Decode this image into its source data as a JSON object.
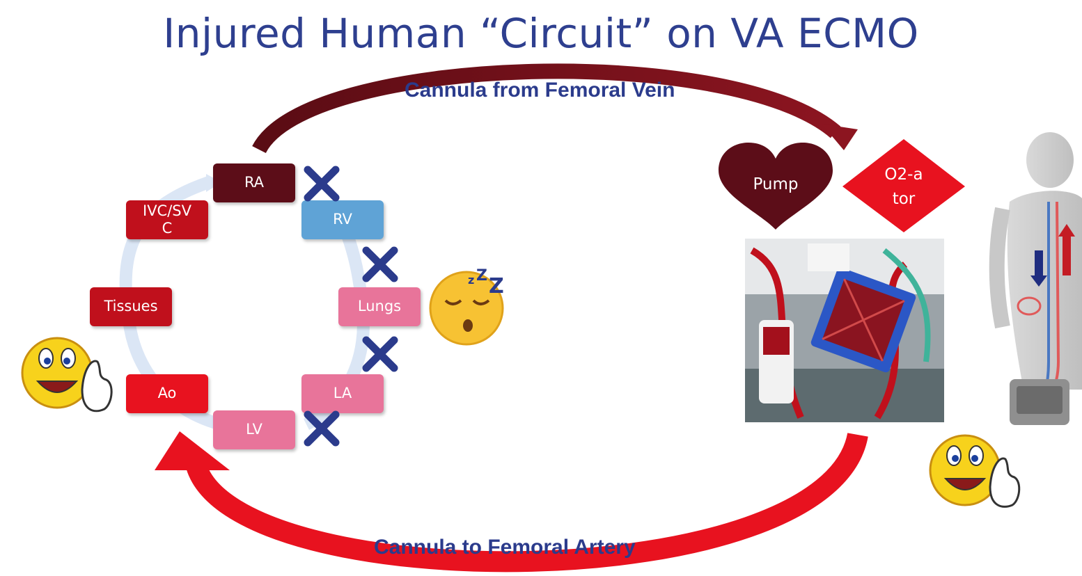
{
  "title": "Injured Human “Circuit” on VA ECMO",
  "arrow_top_label": "Cannula from Femoral Vein",
  "arrow_bottom_label": "Cannula to Femoral Artery",
  "circuit": {
    "ra": "RA",
    "rv": "RV",
    "lungs": "Lungs",
    "la": "LA",
    "lv": "LV",
    "ao": "Ao",
    "tissues": "Tissues",
    "ivc_line1": "IVC/SV",
    "ivc_line2": "C"
  },
  "pump_label": "Pump",
  "oxygenator_line1": "O2-a",
  "oxygenator_line2": "tor",
  "icons": [
    "x-mark-icon",
    "sleeping-face-icon",
    "thumbs-up-smiley-icon",
    "ecmo-machine-photo",
    "body-cannula-illustration"
  ],
  "colors": {
    "title": "#2e3f8f",
    "dark_red": "#5c0d18",
    "blue": "#5fa3d6",
    "pink": "#e8749a",
    "red": "#c0101c",
    "bright_red": "#e8121f",
    "x_mark": "#2b3b8c"
  }
}
